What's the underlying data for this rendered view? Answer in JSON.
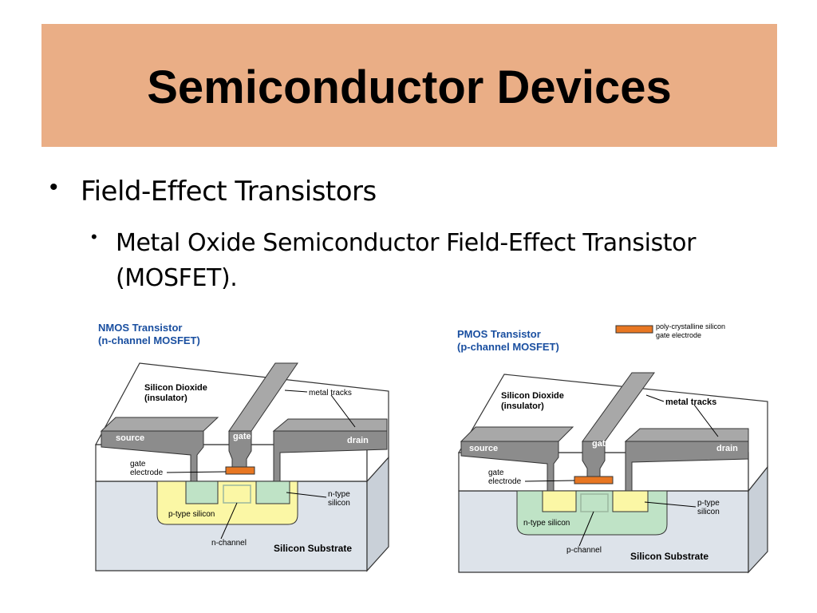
{
  "slide": {
    "title": "Semiconductor Devices",
    "bullet_1": "Field-Effect Transistors",
    "bullet_2_line_1": "Metal Oxide Semiconductor Field-Effect Transistor",
    "bullet_2_line_2": "(MOSFET)."
  },
  "nmos": {
    "title_line_1": "NMOS Transistor",
    "title_line_2": "(n-channel MOSFET)",
    "oxide_line_1": "Silicon Dioxide",
    "oxide_line_2": "(insulator)",
    "metal_tracks": "metal tracks",
    "source": "source",
    "gate": "gate",
    "drain": "drain",
    "gate_electrode_line_1": "gate",
    "gate_electrode_line_2": "electrode",
    "doped_line_1": "n-type",
    "doped_line_2": "silicon",
    "well": "p-type silicon",
    "channel": "n-channel",
    "substrate": "Silicon Substrate"
  },
  "pmos": {
    "title_line_1": "PMOS Transistor",
    "title_line_2": "(p-channel MOSFET)",
    "legend_line_1": "poly-crystalline silicon",
    "legend_line_2": "gate electrode",
    "oxide_line_1": "Silicon Dioxide",
    "oxide_line_2": "(insulator)",
    "metal_tracks": "metal tracks",
    "source": "source",
    "gate": "gate",
    "drain": "drain",
    "gate_electrode_line_1": "gate",
    "gate_electrode_line_2": "electrode",
    "doped_line_1": "p-type",
    "doped_line_2": "silicon",
    "well": "n-type silicon",
    "channel": "p-channel",
    "substrate": "Silicon Substrate"
  },
  "colors": {
    "title_bar": "#eaae86",
    "title_accent": "#1a4fa0",
    "metal": "#8c8c8c",
    "gate_poly": "#e87722",
    "substrate": "#dde3ea",
    "p_type": "#fbf7a5",
    "n_type": "#bfe3c6"
  }
}
